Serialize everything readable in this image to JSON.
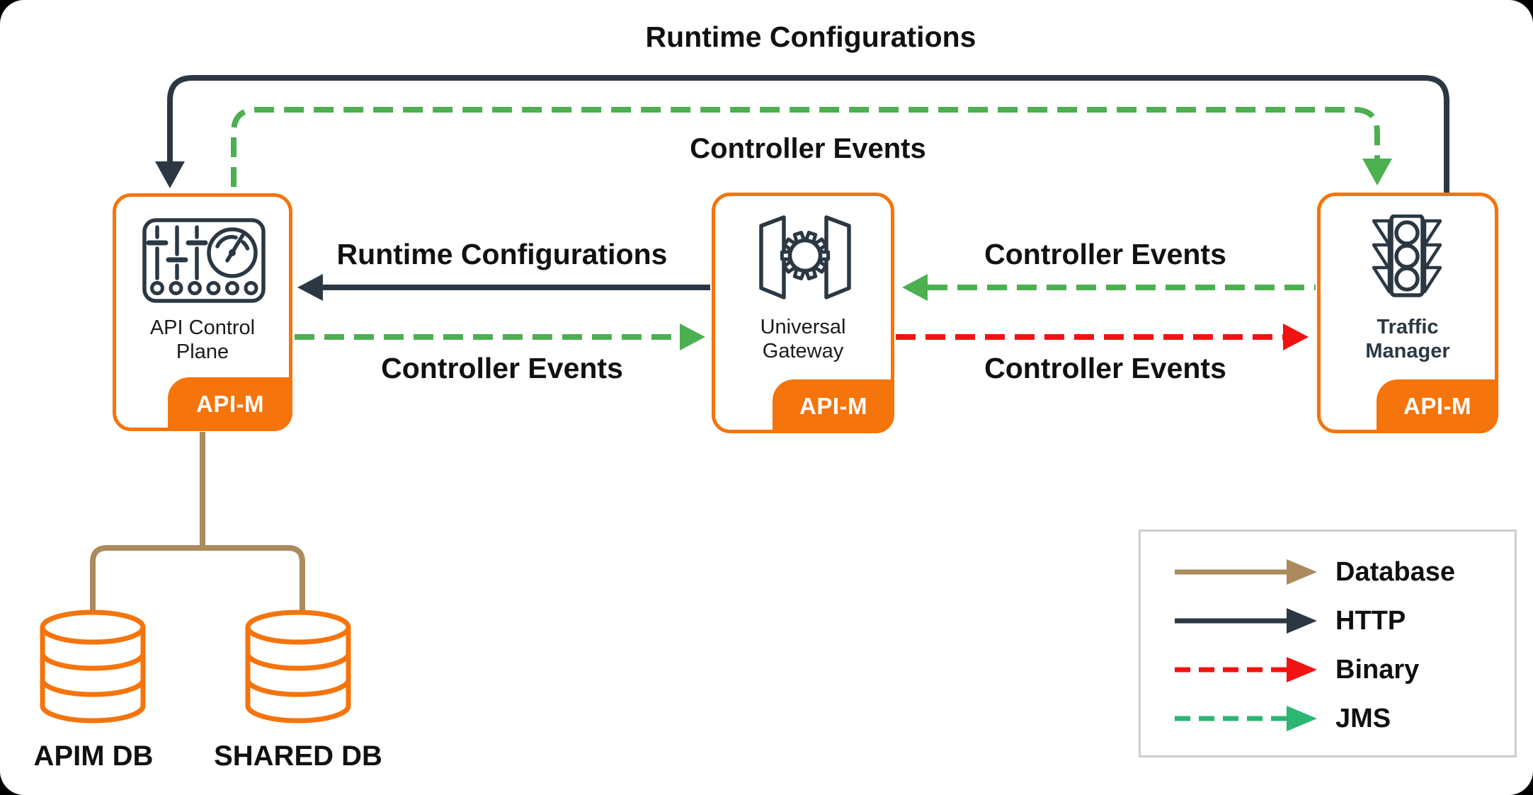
{
  "colors": {
    "orange": "#f5740c",
    "navy": "#2b3844",
    "green": "#4caf50",
    "jms_green": "#2bb673",
    "red": "#f31212",
    "brown": "#ab8a5e",
    "legend_border": "#cbcfd2"
  },
  "header": {
    "title": "Runtime Configurations",
    "subtitle": "Controller Events"
  },
  "nodes": {
    "control_plane": {
      "label_line1": "API Control",
      "label_line2": "Plane",
      "badge": "API-M"
    },
    "gateway": {
      "label_line1": "Universal",
      "label_line2": "Gateway",
      "badge": "API-M"
    },
    "traffic_manager": {
      "label_line1": "Traffic",
      "label_line2": "Manager",
      "badge": "API-M"
    }
  },
  "edges": {
    "gateway_to_control_plane": {
      "label": "Runtime Configurations",
      "protocol": "HTTP"
    },
    "control_plane_to_gateway": {
      "label": "Controller Events",
      "protocol": "JMS"
    },
    "traffic_manager_to_gateway": {
      "label": "Controller Events",
      "protocol": "JMS"
    },
    "gateway_to_traffic_manager": {
      "label": "Controller Events",
      "protocol": "Binary"
    },
    "traffic_manager_to_control_plane_top": {
      "label": "Runtime Configurations",
      "protocol": "HTTP"
    },
    "control_plane_to_traffic_manager_top": {
      "label": "Controller Events",
      "protocol": "JMS"
    }
  },
  "databases": {
    "apim": {
      "label": "APIM DB"
    },
    "shared": {
      "label": "SHARED DB"
    }
  },
  "legend": {
    "items": [
      {
        "label": "Database",
        "style": "solid",
        "color_key": "brown"
      },
      {
        "label": "HTTP",
        "style": "solid",
        "color_key": "navy"
      },
      {
        "label": "Binary",
        "style": "dashed",
        "color_key": "red"
      },
      {
        "label": "JMS",
        "style": "dashed",
        "color_key": "jms_green"
      }
    ]
  }
}
